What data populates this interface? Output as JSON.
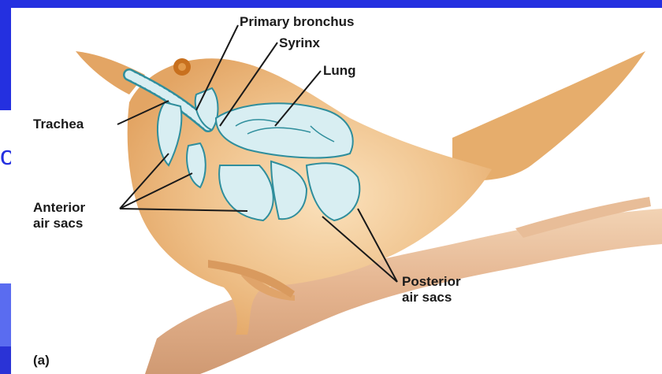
{
  "slide_fragment": "o",
  "diagram": {
    "labels": {
      "primary_bronchus": "Primary bronchus",
      "syrinx": "Syrinx",
      "lung": "Lung",
      "trachea": "Trachea",
      "anterior_air_sacs_line1": "Anterior",
      "anterior_air_sacs_line2": "air sacs",
      "posterior_air_sacs_line1": "Posterior",
      "posterior_air_sacs_line2": "air sacs",
      "panel": "(a)"
    },
    "colors": {
      "body": "#e8b072",
      "body_highlight": "#fbe2bd",
      "branch": "#d9a27a",
      "branch_light": "#f0cfae",
      "air_sac_fill": "#d8eef2",
      "air_sac_stroke": "#2f8e9c",
      "eye": "#c8701e",
      "leader_line": "#1a1a1a"
    }
  }
}
